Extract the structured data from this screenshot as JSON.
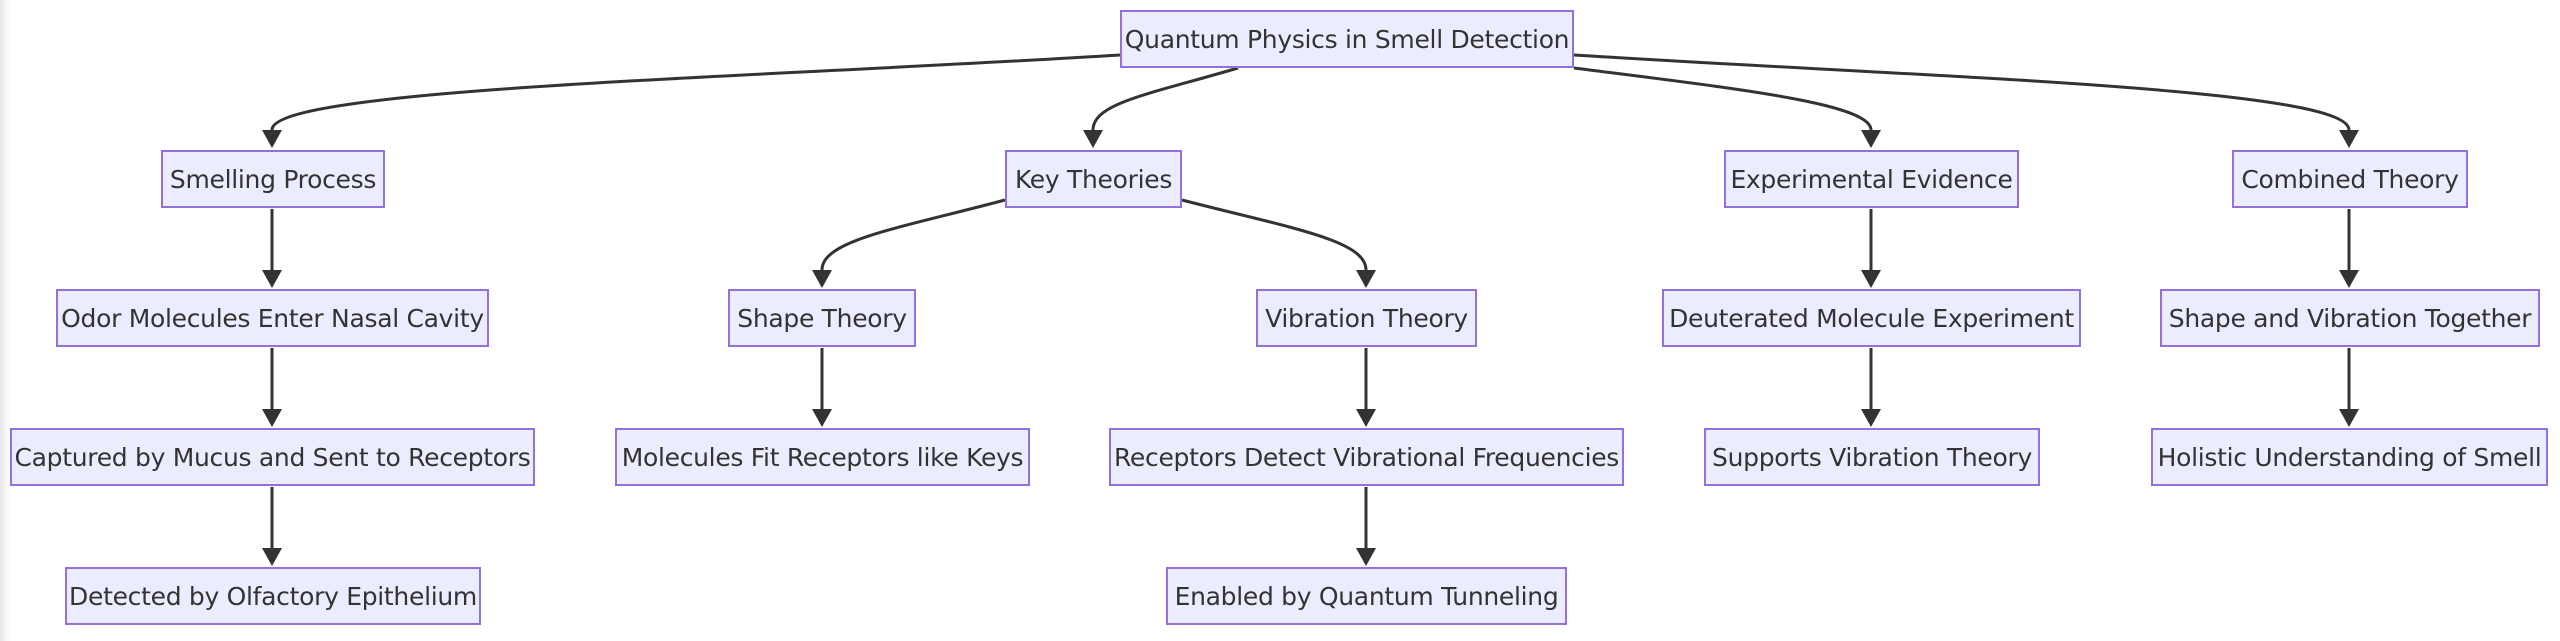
{
  "diagram": {
    "root": {
      "id": "root",
      "label": "Quantum Physics in Smell Detection"
    },
    "nodes": [
      {
        "id": "smelling_process",
        "label": "Smelling Process"
      },
      {
        "id": "odor_molecules",
        "label": "Odor Molecules Enter Nasal Cavity"
      },
      {
        "id": "captured_mucus",
        "label": "Captured by Mucus and Sent to Receptors"
      },
      {
        "id": "detected_olfactory",
        "label": "Detected by Olfactory Epithelium"
      },
      {
        "id": "key_theories",
        "label": "Key Theories"
      },
      {
        "id": "shape_theory",
        "label": "Shape Theory"
      },
      {
        "id": "molecules_fit",
        "label": "Molecules Fit Receptors like Keys"
      },
      {
        "id": "vibration_theory",
        "label": "Vibration Theory"
      },
      {
        "id": "receptors_detect",
        "label": "Receptors Detect Vibrational Frequencies"
      },
      {
        "id": "quantum_tunneling",
        "label": "Enabled by Quantum Tunneling"
      },
      {
        "id": "experimental_evidence",
        "label": "Experimental Evidence"
      },
      {
        "id": "deuterated_experiment",
        "label": "Deuterated Molecule Experiment"
      },
      {
        "id": "supports_vibration",
        "label": "Supports Vibration Theory"
      },
      {
        "id": "combined_theory",
        "label": "Combined Theory"
      },
      {
        "id": "shape_vibration_together",
        "label": "Shape and Vibration Together"
      },
      {
        "id": "holistic_understanding",
        "label": "Holistic Understanding of Smell"
      }
    ],
    "edges": [
      [
        "root",
        "smelling_process"
      ],
      [
        "root",
        "key_theories"
      ],
      [
        "root",
        "experimental_evidence"
      ],
      [
        "root",
        "combined_theory"
      ],
      [
        "smelling_process",
        "odor_molecules"
      ],
      [
        "odor_molecules",
        "captured_mucus"
      ],
      [
        "captured_mucus",
        "detected_olfactory"
      ],
      [
        "key_theories",
        "shape_theory"
      ],
      [
        "key_theories",
        "vibration_theory"
      ],
      [
        "shape_theory",
        "molecules_fit"
      ],
      [
        "vibration_theory",
        "receptors_detect"
      ],
      [
        "receptors_detect",
        "quantum_tunneling"
      ],
      [
        "experimental_evidence",
        "deuterated_experiment"
      ],
      [
        "deuterated_experiment",
        "supports_vibration"
      ],
      [
        "combined_theory",
        "shape_vibration_together"
      ],
      [
        "shape_vibration_together",
        "holistic_understanding"
      ]
    ],
    "colors": {
      "node_fill": "#ECECFF",
      "node_border": "#9370DB",
      "text": "#333333",
      "edge": "#333333"
    }
  }
}
